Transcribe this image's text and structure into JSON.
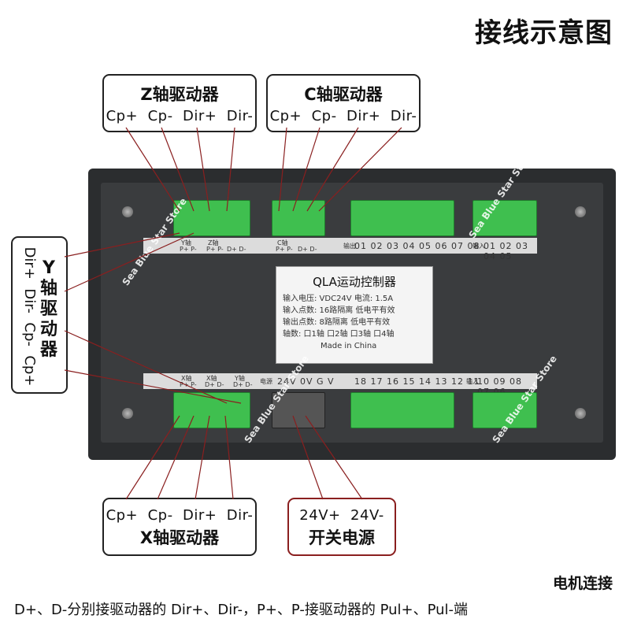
{
  "title": "接线示意图",
  "z_driver": {
    "title": "Z轴驱动器",
    "signals": "Cp+  Cp-  Dir+  Dir-"
  },
  "c_driver": {
    "title": "C轴驱动器",
    "signals": "Cp+  Cp-  Dir+  Dir-"
  },
  "y_driver": {
    "title": "Y轴驱动器",
    "signals": "Dir+  Dir-  Cp-  Cp+"
  },
  "x_driver": {
    "title": "X轴驱动器",
    "signals": "Cp+  Cp-  Dir+  Dir-"
  },
  "power": {
    "signals": "24V+  24V-",
    "title": "开关电源"
  },
  "panel": {
    "top_strip": {
      "y_axis": "Y轴",
      "z_axis": "Z轴",
      "c_axis": "C轴",
      "pulse": "P+ P-",
      "dir": "D+ D-",
      "out_label": "输出",
      "out_nums": "01 02 03 04 05 06 07 08",
      "in_label": "输入",
      "in_nums": "01 02 03 04 05"
    },
    "bottom_strip": {
      "x_axis": "X轴",
      "y_axis": "Y轴",
      "pulse": "P+ P-",
      "dir": "D+ D-",
      "power": "电源",
      "power_pins": "24V 0V G V",
      "in_nums_a": "18 17 16 15 14 13 12 11",
      "in_label": "输入",
      "in_nums_b": "10 09 08 07 06"
    },
    "label": {
      "title": "QLA运动控制器",
      "lines": [
        "输入电压:  VDC24V    电流:  1.5A",
        "输入点数:  16路隔离   低电平有效",
        "输出点数:  8路隔离    低电平有效",
        "轴数:  口1轴   口2轴   口3轴   口4轴"
      ],
      "made": "Made in China"
    }
  },
  "watermark": "Sea Blue Star Store",
  "footer": {
    "heading": "电机连接",
    "note": "D+、D-分别接驱动器的 Dir+、Dir-，P+、P-接驱动器的 Pul+、Pul-端"
  },
  "colors": {
    "terminal": "#3fbf4f",
    "panel": "#2b2d2f",
    "wire": "#8a1f1f"
  }
}
